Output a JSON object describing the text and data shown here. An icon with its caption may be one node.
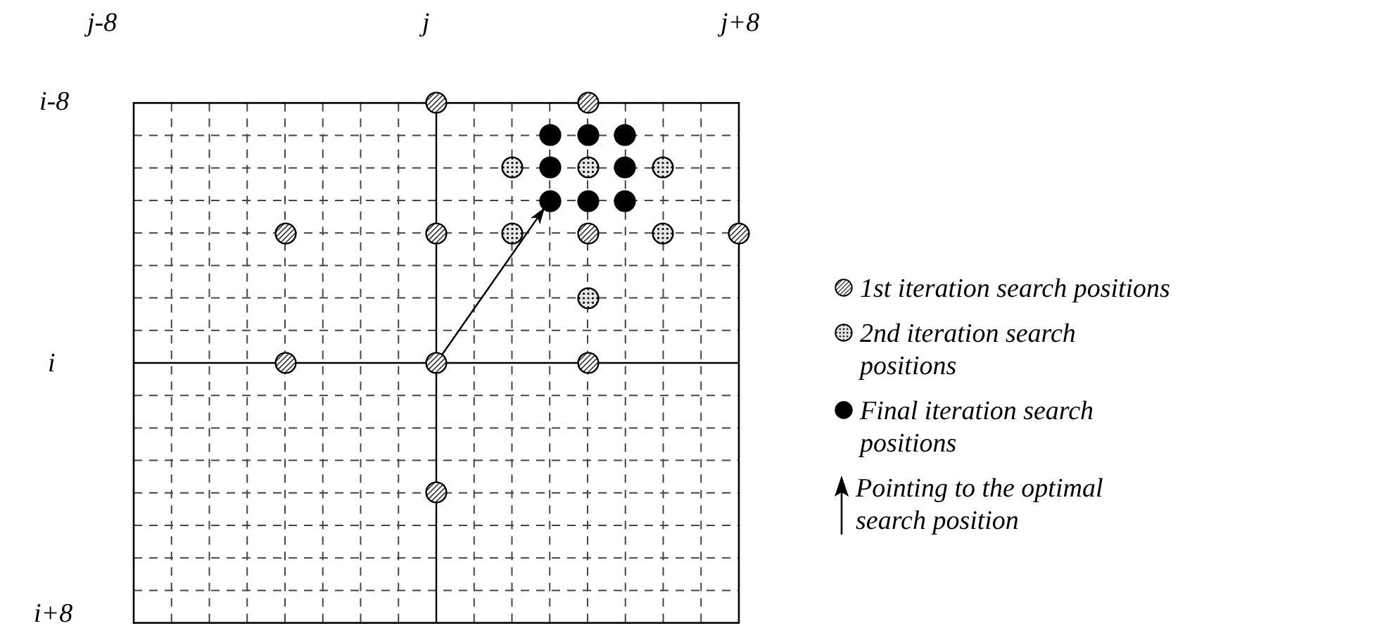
{
  "diagram": {
    "nodes": [
      {
        "text": [],
        "shape": "circle"
      },
      {
        "text": [],
        "shape": "circle"
      },
      {
        "text": [],
        "shape": "circle"
      },
      {
        "text": [],
        "shape": "circle"
      },
      {
        "text": [],
        "shape": "circle"
      },
      {
        "text": [],
        "shape": "circle"
      },
      {
        "text": [],
        "shape": "circle"
      },
      {
        "text": [],
        "shape": "circle"
      },
      {
        "text": [],
        "shape": "circle"
      },
      {
        "text": [],
        "shape": "circle"
      },
      {
        "text": [],
        "shape": "circle"
      },
      {
        "text": [],
        "shape": "circle"
      },
      {
        "text": [],
        "shape": "circle"
      },
      {
        "text": [],
        "shape": "circle"
      },
      {
        "text": [],
        "shape": "circle"
      },
      {
        "text": [],
        "shape": "circle"
      },
      {
        "text": [],
        "shape": "circle"
      },
      {
        "text": [],
        "shape": "circle"
      },
      {
        "text": [],
        "shape": "circle"
      },
      {
        "text": [],
        "shape": "circle"
      },
      {
        "text": [],
        "shape": "circle"
      },
      {
        "text": [],
        "shape": "circle"
      },
      {
        "text": [],
        "shape": "circle"
      },
      {
        "text": [],
        "shape": "circle"
      }
    ],
    "edges": [
      {
        "from": 21,
        "to": 10,
        "arrow": "to"
      }
    ],
    "labels": [
      "j-8",
      "j",
      "j+8",
      "i-8",
      "i",
      "i+8"
    ],
    "legend": [
      {
        "text": "1st iteration search positions"
      },
      {
        "text": "2nd iteration search positions"
      },
      {
        "text": "Final iteration search positions"
      },
      {
        "text": "Pointing to the optimal search position"
      }
    ]
  }
}
